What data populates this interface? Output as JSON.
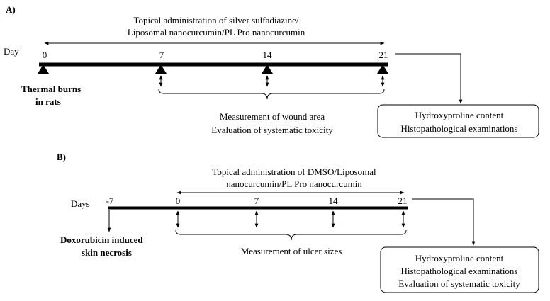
{
  "panel_a": {
    "label": "A)",
    "axis_label": "Day",
    "treatment_line1": "Topical administration of silver sulfadiazine/",
    "treatment_line2": "Liposomal nanocurcumin/PL Pro nanocurcumin",
    "ticks": [
      "0",
      "7",
      "14",
      "21"
    ],
    "start_event_line1": "Thermal burns",
    "start_event_line2": "in rats",
    "measure_line1": "Measurement of wound area",
    "measure_line2": "Evaluation of systematic toxicity",
    "endpoint_box": [
      "Hydroxyproline content",
      "Histopathological examinations"
    ]
  },
  "panel_b": {
    "label": "B)",
    "axis_label": "Days",
    "treatment_line1": "Topical administration of DMSO/Liposomal",
    "treatment_line2": "nanocurcumin/PL Pro nanocurcumin",
    "ticks": [
      "-7",
      "0",
      "7",
      "14",
      "21"
    ],
    "start_event_line1": "Doxorubicin induced",
    "start_event_line2": "skin necrosis",
    "measure_line1": "Measurement of ulcer sizes",
    "endpoint_box": [
      "Hydroxyproline content",
      "Histopathological examinations",
      "Evaluation of systematic toxicity"
    ]
  }
}
